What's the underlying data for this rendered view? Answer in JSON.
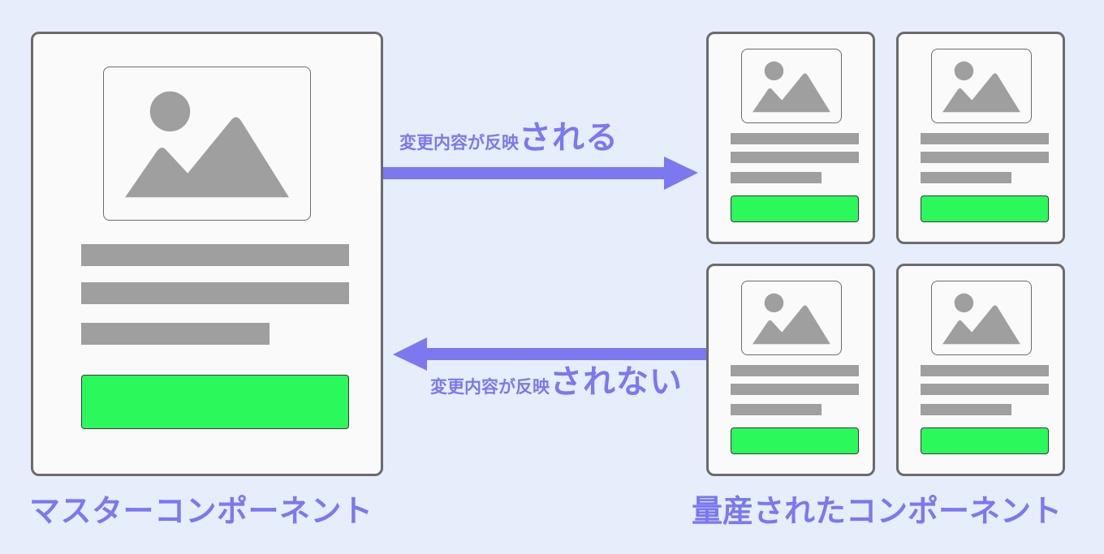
{
  "master": {
    "caption": "マスターコンポーネント"
  },
  "produced": {
    "caption": "量産されたコンポーネント"
  },
  "arrow_forward": {
    "prefix": "変更内容が反映",
    "emphasis": "される"
  },
  "arrow_backward": {
    "prefix": "変更内容が反映",
    "emphasis": "されない"
  },
  "colors": {
    "background": "#e6eefc",
    "accent": "#7b78f0",
    "button": "#2bf85b",
    "placeholder": "#9f9f9f",
    "border": "#6b6b6b"
  },
  "icons": [
    "image-placeholder-icon"
  ]
}
